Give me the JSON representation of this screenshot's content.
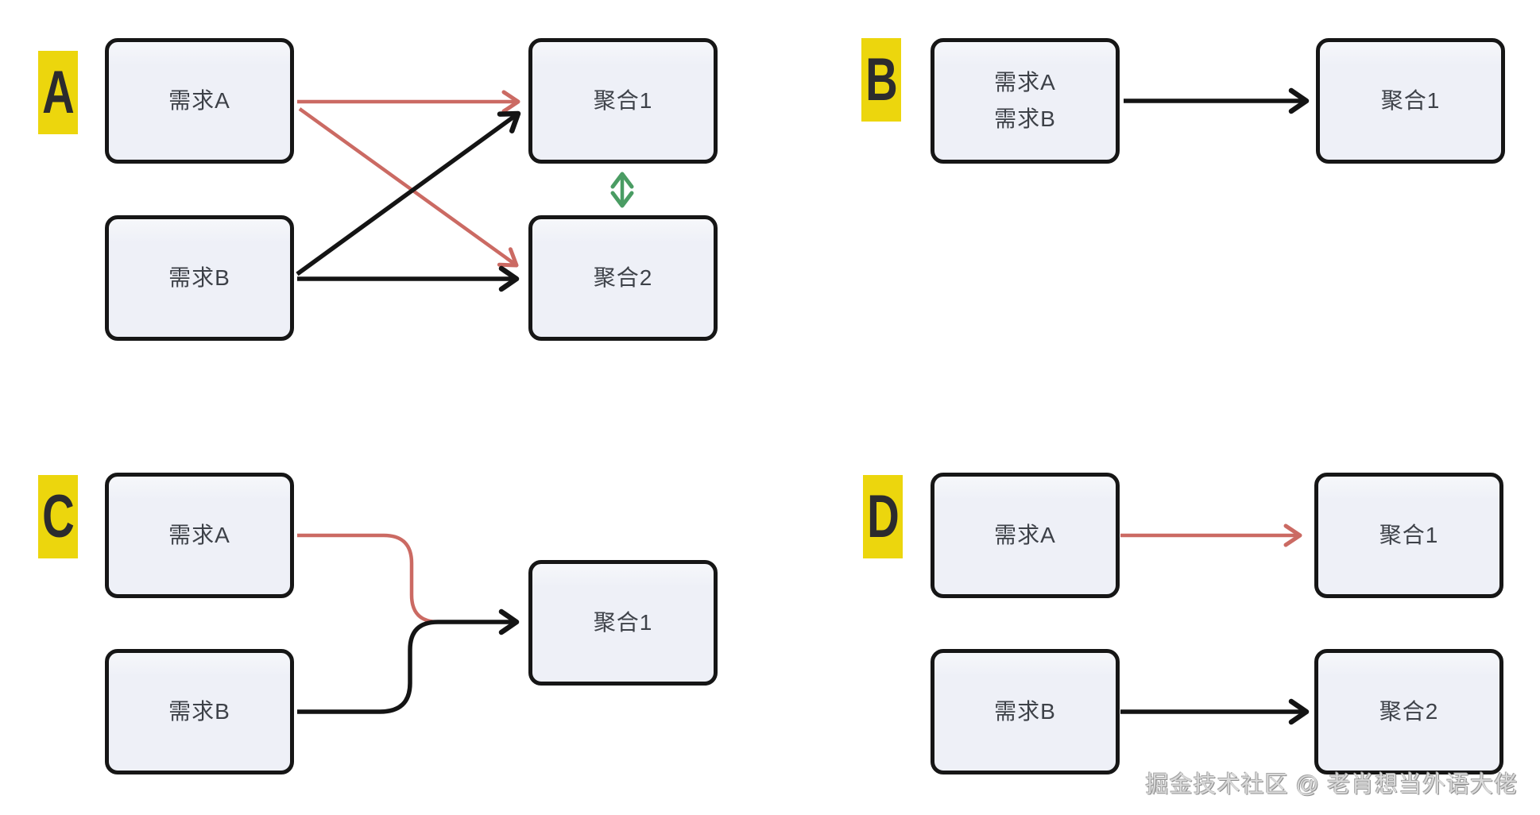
{
  "colors": {
    "badge_yellow": "#ecd60d",
    "arrow_red": "#cb6a63",
    "arrow_black": "#141414",
    "arrow_green": "#4a9c63",
    "node_fill": "#eef0f7",
    "node_border": "#161616",
    "node_text": "#3d4148"
  },
  "panels": {
    "a": {
      "badge": "A",
      "req_a": "需求A",
      "req_b": "需求B",
      "agg_1": "聚合1",
      "agg_2": "聚合2"
    },
    "b": {
      "badge": "B",
      "req_line1": "需求A",
      "req_line2": "需求B",
      "agg_1": "聚合1"
    },
    "c": {
      "badge": "C",
      "req_a": "需求A",
      "req_b": "需求B",
      "agg_1": "聚合1"
    },
    "d": {
      "badge": "D",
      "req_a": "需求A",
      "req_b": "需求B",
      "agg_1": "聚合1",
      "agg_2": "聚合2"
    }
  },
  "watermark": "掘金技术社区 @ 老肖想当外语大佬"
}
